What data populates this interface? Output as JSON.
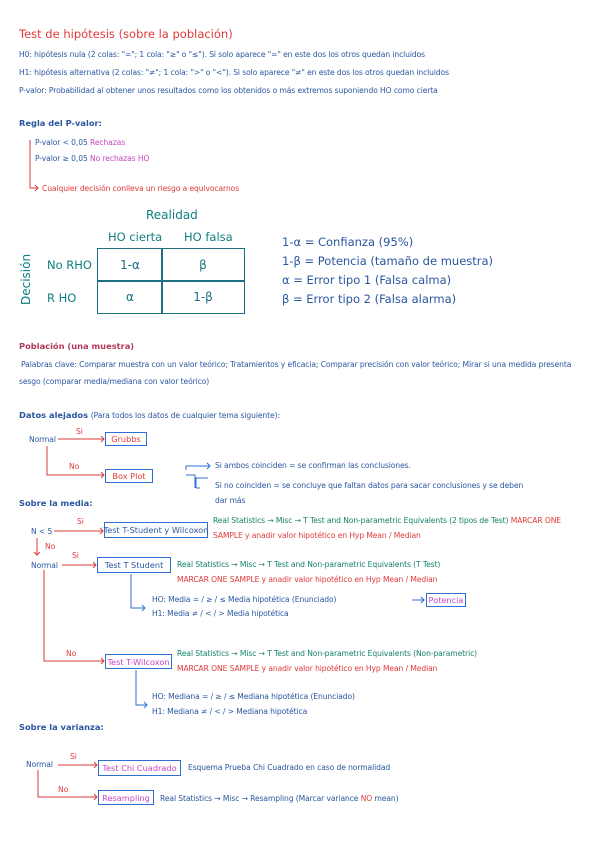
{
  "title": "Test de hipótesis (sobre la población)",
  "intro": {
    "h0": "H0: hipótesis nula (2 colas: \"=\"; 1 cola: \"≥\" o \"≤\"). Si solo aparece \"=\" en este dos los otros quedan incluidos",
    "h1": "H1: hipótesis alternativa (2 colas: \"≠\"; 1 cola: \">\" o \"<\"). Si solo aparece \"≠\" en este dos los otros quedan incluidos",
    "pvalor": "P-valor: Probabilidad al obtener unos resultados como los obtenidos o más extremos suponiendo HO como cierta"
  },
  "regla": {
    "heading": "Regla del P-valor:",
    "line1_cond": "P-valor < 0,05",
    "line1_result": "Rechazas",
    "line2_cond": "P-valor ≥ 0,05",
    "line2_result": "No rechazas HO",
    "note": "Cualquier decisión conlleva un riesgo a equivocarnos"
  },
  "tabla": {
    "realidad": "Realidad",
    "col1": "HO cierta",
    "col2": "HO falsa",
    "decision": "Decisión",
    "row1": "No RHO",
    "row2": "R HO",
    "c11": "1-α",
    "c12": "β",
    "c21": "α",
    "c22": "1-β"
  },
  "definiciones": [
    "1-α = Confianza (95%)",
    "1-β = Potencia (tamaño de muestra)",
    "α = Error tipo 1 (Falsa calma)",
    "β = Error tipo 2 (Falsa alarma)"
  ],
  "poblacion": {
    "heading": "Población (una muestra)",
    "text1": "Palabras clave: Comparar muestra con un valor teórico; Tratamientos y eficacia; Comparar precisión con valor teórico; Mirar si una medida presenta",
    "text2": "sesgo (comparar media/mediana con valor teórico)"
  },
  "alejados": {
    "heading": "Datos alejados",
    "sub": "(Para todos los datos de cualquier tema siguiente):",
    "normal": "Normal",
    "si": "Si",
    "no": "No",
    "grubbs": "Grubbs",
    "boxplot": "Box Plot"
  },
  "conclusiones": {
    "line1": "Si ambos coinciden = se confirman las conclusiones.",
    "line2": "Si no coinciden = se concluye que faltan datos para sacar conclusiones y se deben",
    "line3": "dar más"
  },
  "media": {
    "heading": "Sobre la media:",
    "n5": "N < 5",
    "si1": "Si",
    "no1": "No",
    "normal": "Normal",
    "si2": "Si",
    "no2": "No",
    "test_small": "Test T-Student y Wilcoxon",
    "test_small_path": "Real Statistics → Misc → T Test and Non-parametric Equivalents (2 tipos de Test)",
    "test_small_red": "MARCAR ONE",
    "test_small_red2": "SAMPLE y anadir valor hipotético en Hyp Mean / Median",
    "ttest": "Test T Student",
    "ttest_path": "Real Statistics → Misc → T Test and Non-parametric Equivalents (T Test)",
    "ttest_red": "MARCAR ONE SAMPLE y anadir valor hipotético en Hyp Mean / Median",
    "ttest_h0": "HO: Media = / ≥ / ≤ Media hipotética (Enunciado)",
    "ttest_h1": "H1: Media ≠ / < / > Media hipotética",
    "potencia": "Potencia",
    "wilcox": "Test T-Wilcoxon",
    "wilcox_path": "Real Statistics → Misc → T Test and Non-parametric Equivalents (Non-parametric)",
    "wilcox_red": "MARCAR ONE SAMPLE y anadir valor hipotético en Hyp Mean / Median",
    "wilcox_h0": "HO: Mediana = / ≥ / ≤ Mediana hipotética (Enunciado)",
    "wilcox_h1": "H1: Mediana ≠ / < / > Mediana hipotética"
  },
  "varianza": {
    "heading": "Sobre la varianza:",
    "normal": "Normal",
    "si": "Si",
    "no": "No",
    "chi": "Test Chi Cuadrado",
    "chi_desc": "Esquema Prueba Chi Cuadrado en caso de normalidad",
    "resampling": "Resampling",
    "res_desc1": "Real Statistics → Misc → Resampling (Marcar variance",
    "res_no": "NO",
    "res_desc2": "mean)"
  }
}
